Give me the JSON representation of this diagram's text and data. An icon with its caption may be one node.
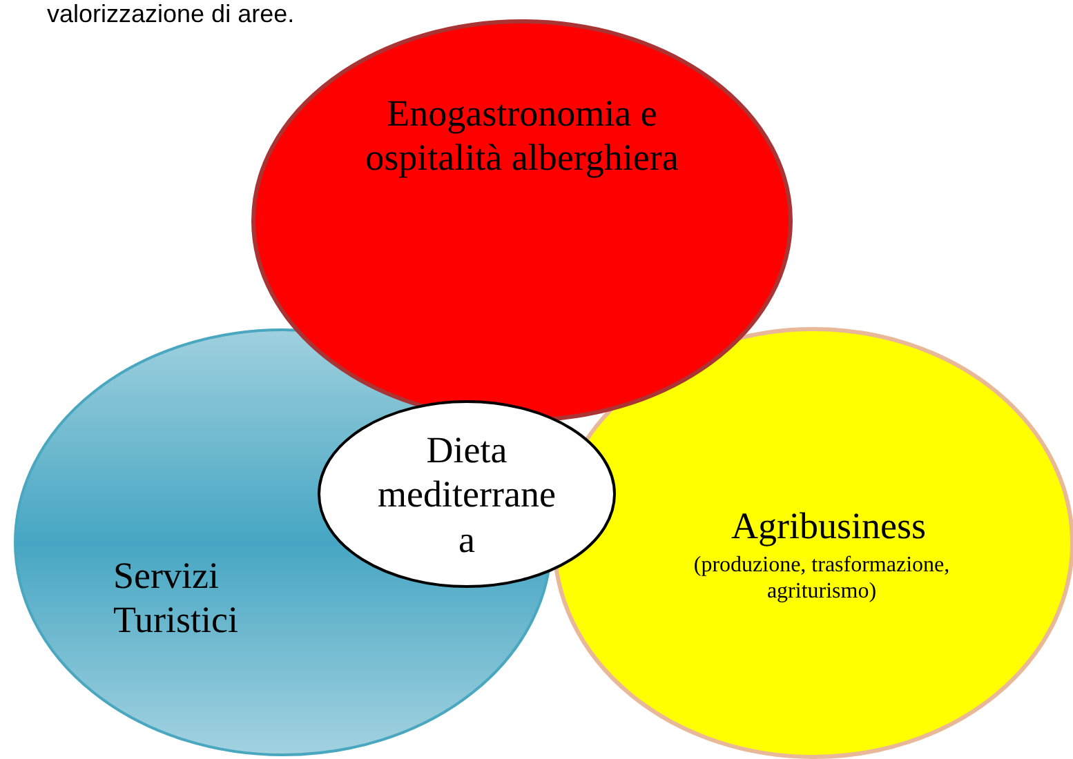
{
  "diagram": {
    "nodes": [
      {
        "text": [
          "Enogastronomia e ospitalità alberghiera"
        ]
      },
      {
        "text": [
          "Servizi Turistici"
        ]
      },
      {
        "text": [
          "Agribusiness",
          "(produzione, trasformazione, agriturismo)"
        ]
      },
      {
        "text": [
          "Dieta mediterranea"
        ]
      }
    ],
    "labels": [
      "valorizzazione di aree."
    ]
  }
}
